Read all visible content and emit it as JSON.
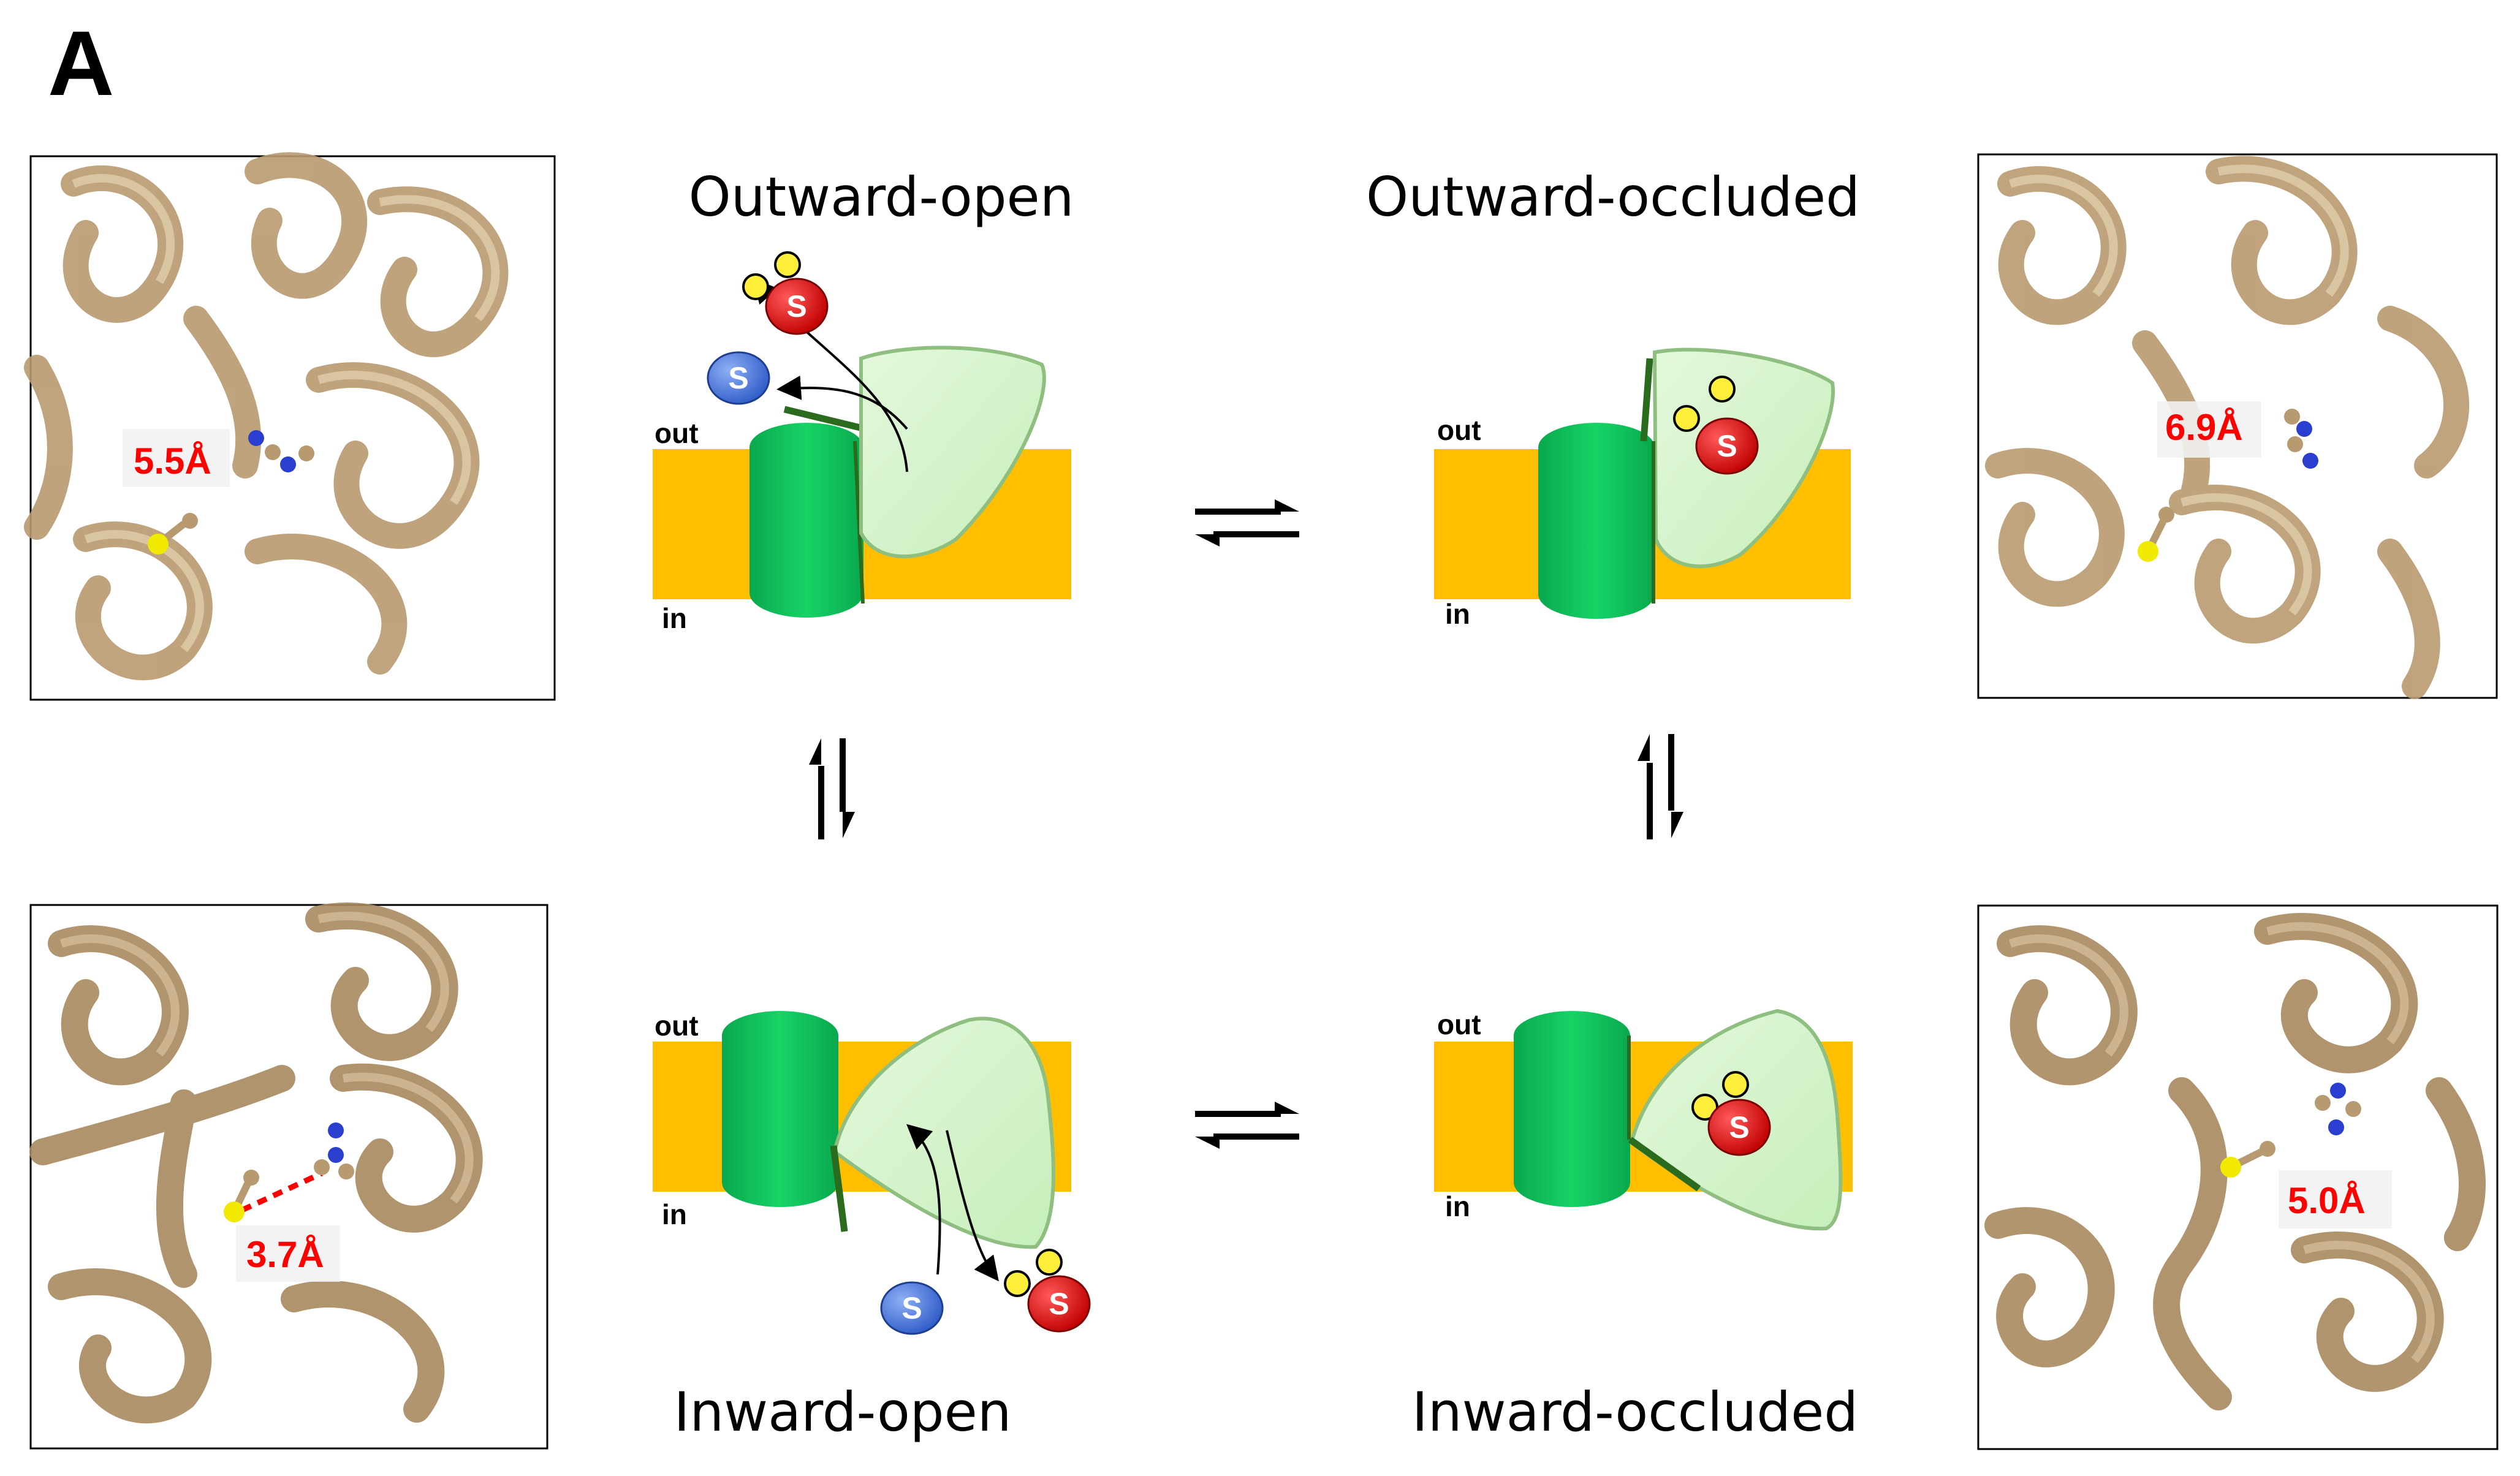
{
  "panel_label": "A",
  "states": {
    "outward_open": {
      "title": "Outward-open"
    },
    "outward_occluded": {
      "title": "Outward-occluded"
    },
    "inward_open": {
      "title": "Inward-open"
    },
    "inward_occluded": {
      "title": "Inward-occluded"
    }
  },
  "membrane": {
    "out_label": "out",
    "in_label": "in"
  },
  "substrate": {
    "symbol": "S",
    "free_color": "#3f6fd8",
    "bound_color": "#e01010",
    "ion_color": "#ffef3a"
  },
  "colors": {
    "membrane": "#ffbf00",
    "scaffold": "#10c55e",
    "core": "#d6f5cc",
    "protein": "#c4a67e"
  },
  "distances": {
    "outward_open": "5.5Å",
    "outward_occluded": "6.9Å",
    "inward_open": "3.7Å",
    "inward_occluded": "5.0Å"
  }
}
